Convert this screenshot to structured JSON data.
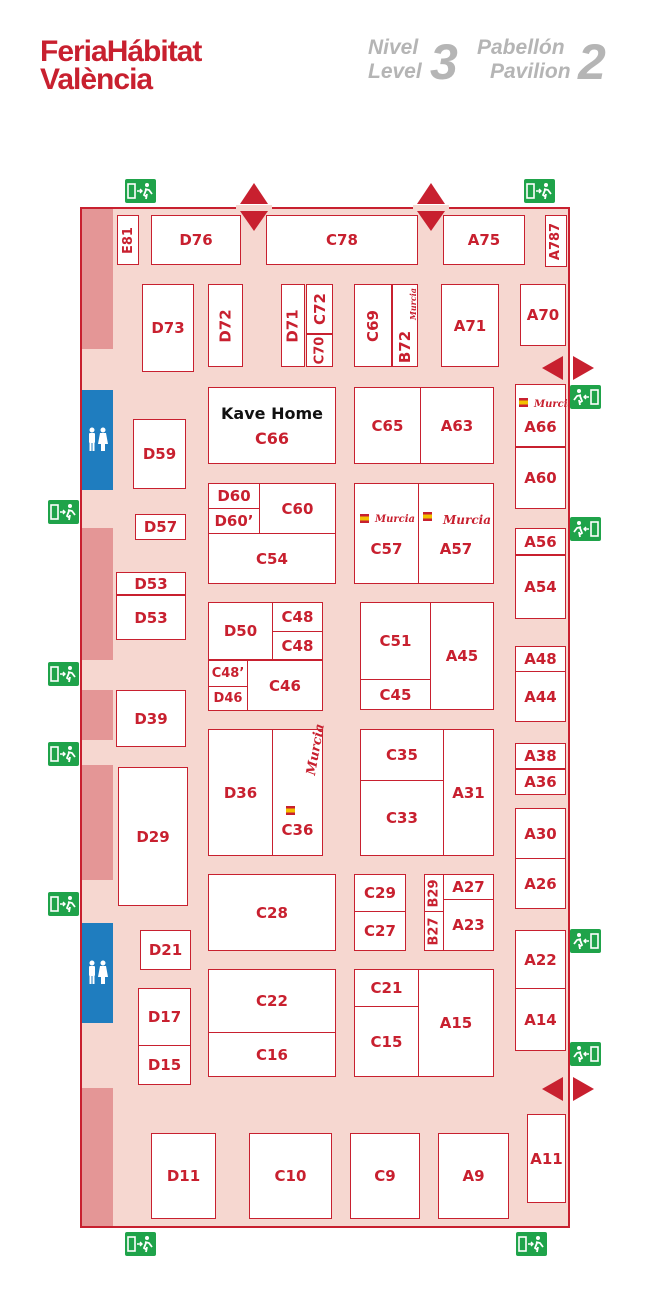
{
  "brand": {
    "line1": "FeriaHábitat",
    "line2": "València"
  },
  "level": {
    "nivel": "Nivel",
    "level": "Level",
    "level_number": "3",
    "pabellon": "Pabellón",
    "pavilion": "Pavilion",
    "pavilion_number": "2"
  },
  "sponsor": {
    "name": "Kave Home"
  },
  "murcia": "Murcia",
  "colors": {
    "brand_red": "#c8202f",
    "hall_fill": "#f6d7d0",
    "wall_strip": "#e49696",
    "restroom_blue": "#1f7dbf",
    "exit_green": "#1fa34a",
    "header_gray": "#b5b5b5"
  },
  "icons": [
    "emergency-exit-icon",
    "restroom-icon",
    "entrance-arrow-icon"
  ],
  "booths": [
    "E81",
    "D76",
    "C78",
    "A75",
    "A787",
    "D73",
    "D72",
    "D71",
    "C72",
    "C70",
    "C69",
    "B72",
    "A71",
    "A70",
    "C66",
    "C65",
    "A63",
    "A66",
    "D59",
    "A60",
    "D60",
    "D60’",
    "C60",
    "C54",
    "D57",
    "C57",
    "A57",
    "A56",
    "A54",
    "D53",
    "D53",
    "D50",
    "C48",
    "C48",
    "C51",
    "A45",
    "A48",
    "C48’",
    "D46",
    "C46",
    "C45",
    "A44",
    "D39",
    "D36",
    "C36",
    "C35",
    "A31",
    "C33",
    "A38",
    "A36",
    "A30",
    "D29",
    "A26",
    "C28",
    "C29",
    "C27",
    "B29",
    "B27",
    "A27",
    "A23",
    "D21",
    "A22",
    "C22",
    "C16",
    "C21",
    "C15",
    "A15",
    "A14",
    "D17",
    "D15",
    "A11",
    "D11",
    "C10",
    "C9",
    "A9"
  ]
}
